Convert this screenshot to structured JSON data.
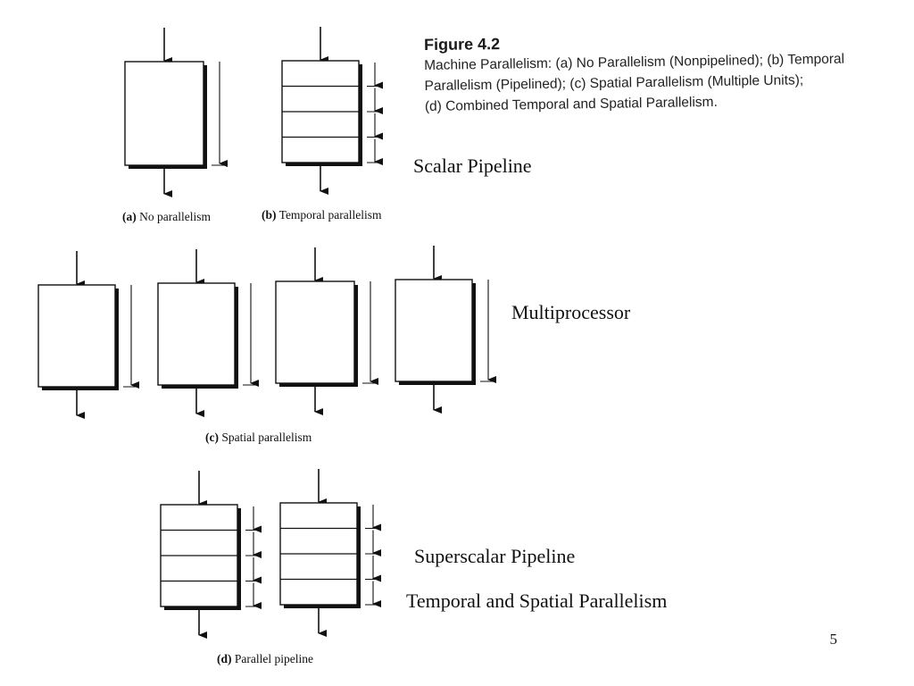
{
  "figure": {
    "title": "Figure 4.2",
    "caption_lines": [
      "Machine Parallelism: (a) No Parallelism (Nonpipelined); (b) Temporal",
      "Parallelism (Pipelined); (c) Spatial Parallelism (Multiple Units);",
      "(d) Combined Temporal and Spatial Parallelism."
    ]
  },
  "sublabels": {
    "a": {
      "letter": "(a)",
      "text": "No parallelism"
    },
    "b": {
      "letter": "(b)",
      "text": "Temporal parallelism"
    },
    "c": {
      "letter": "(c)",
      "text": "Spatial parallelism"
    },
    "d": {
      "letter": "(d)",
      "text": "Parallel pipeline"
    }
  },
  "annotations": {
    "scalar": "Scalar Pipeline",
    "multiprocessor": "Multiprocessor",
    "superscalar": "Superscalar Pipeline",
    "temporal_spatial": "Temporal and Spatial Parallelism"
  },
  "page_number": "5"
}
